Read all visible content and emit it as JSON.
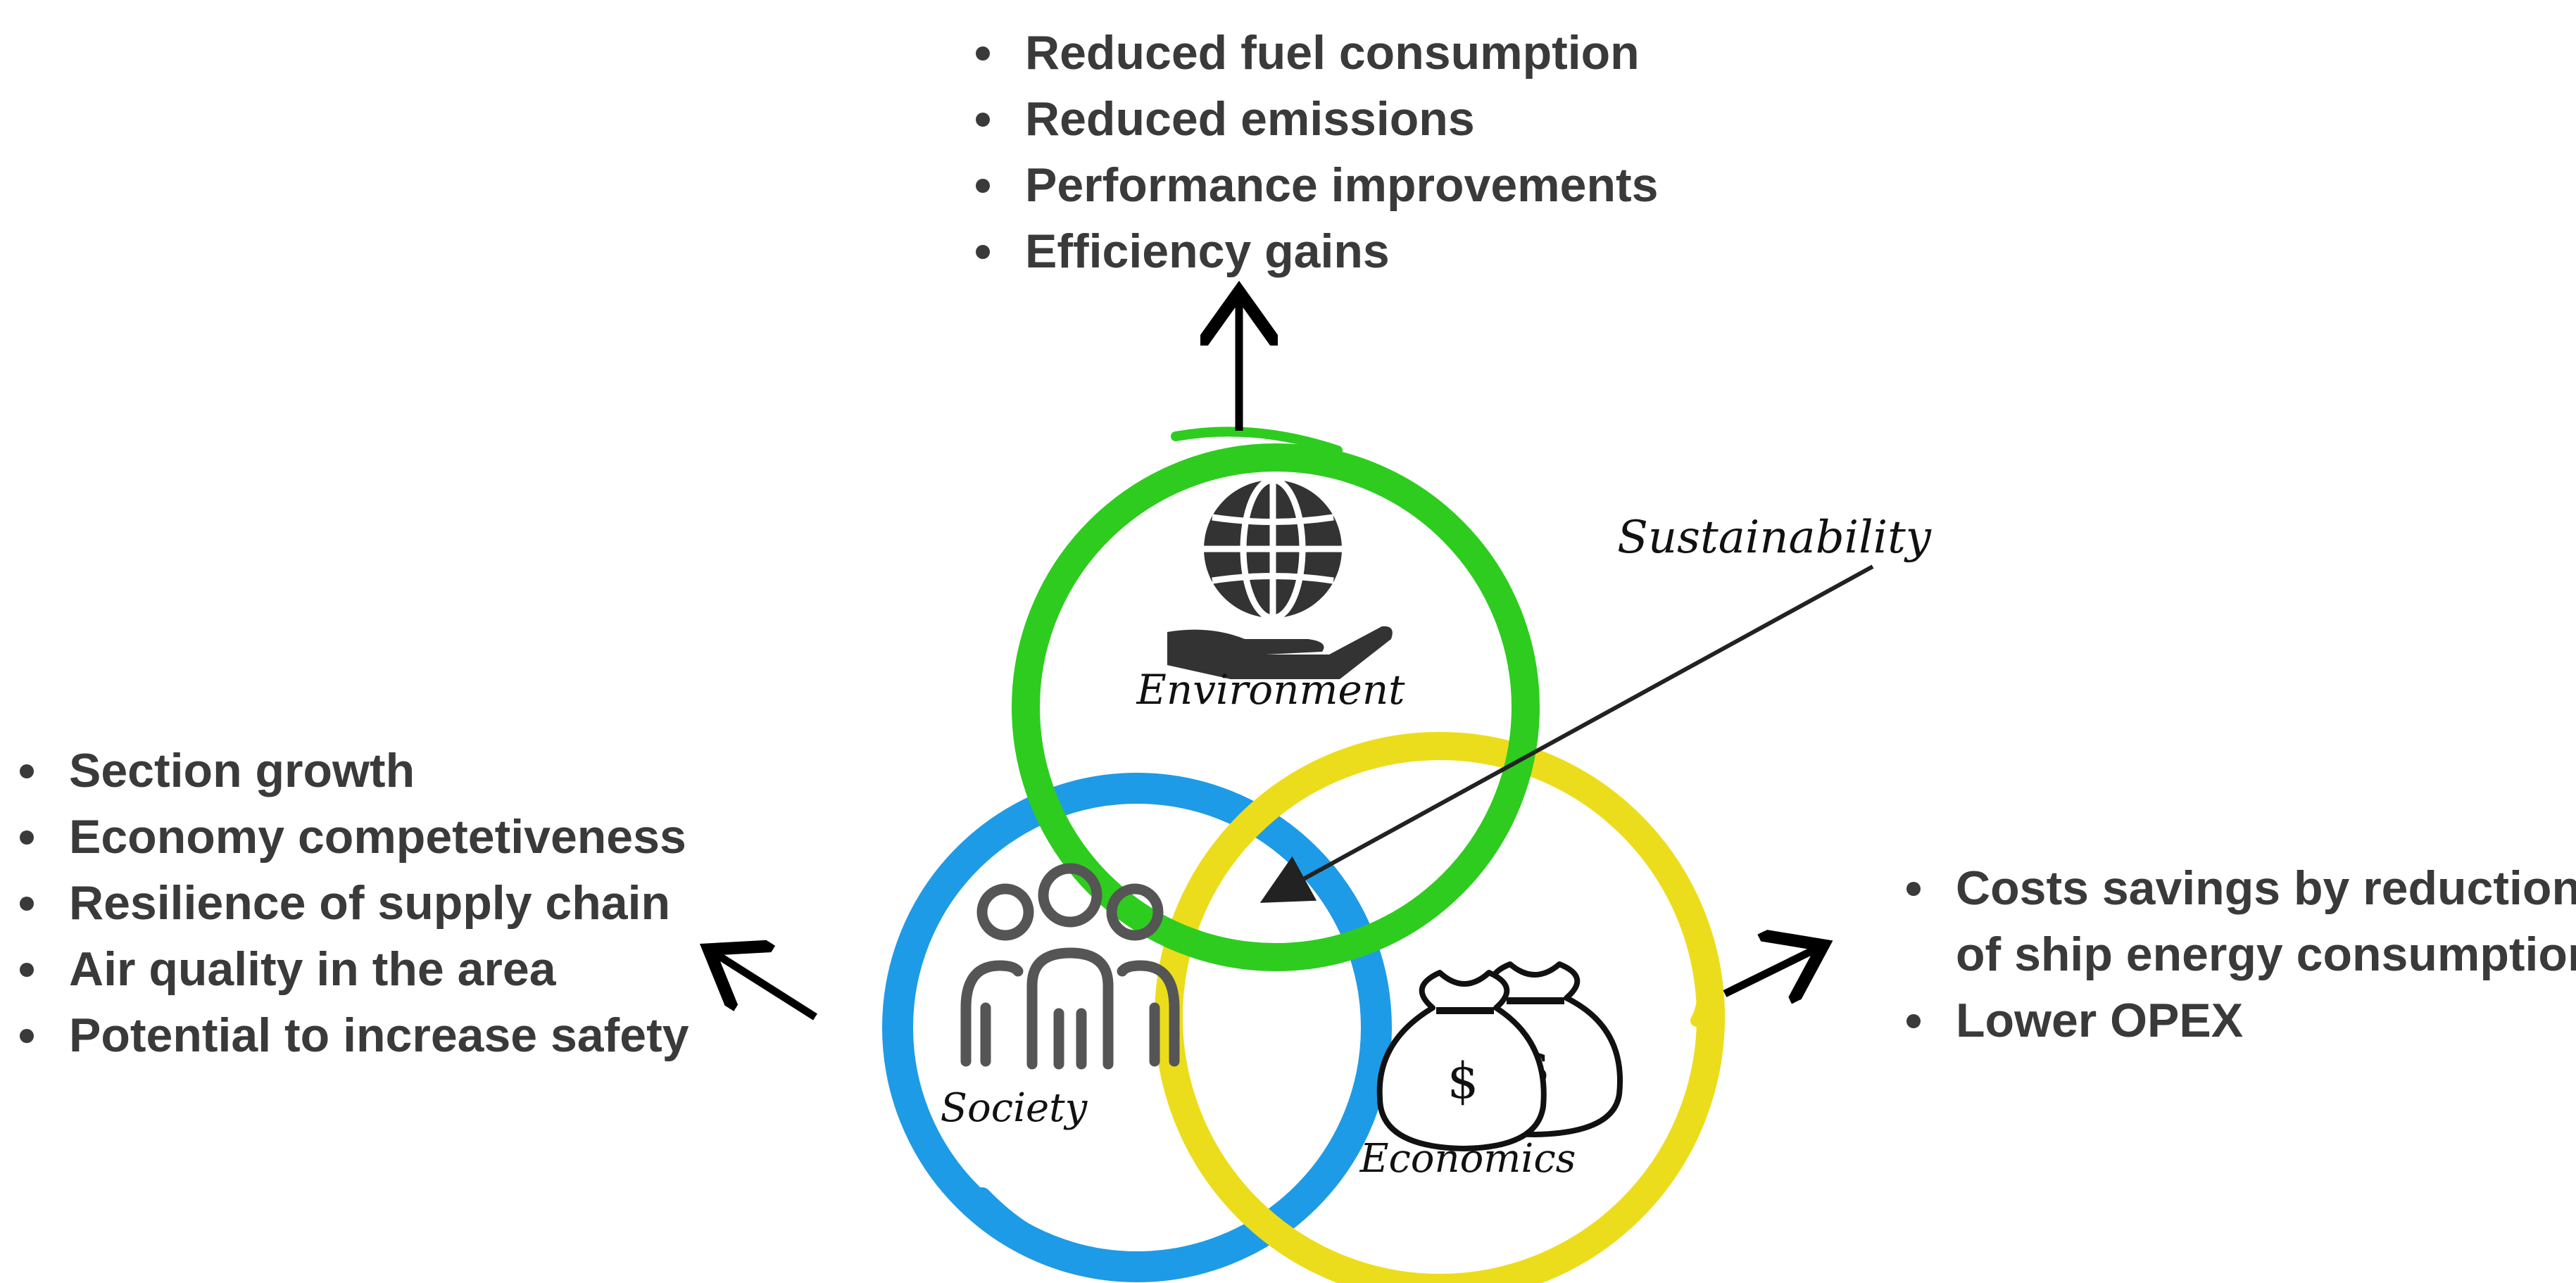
{
  "environment": {
    "label": "Environment",
    "icon": "globe-in-hand-icon",
    "color": "#2ecc1f",
    "items": [
      "Reduced fuel consumption",
      "Reduced emissions",
      "Performance improvements",
      "Efficiency gains"
    ]
  },
  "society": {
    "label": "Society",
    "icon": "people-group-icon",
    "color": "#1e9be6",
    "items": [
      "Section growth",
      "Economy competetiveness",
      "Resilience of supply chain",
      "Air quality in the area",
      "Potential to increase safety"
    ]
  },
  "economics": {
    "label": "Economics",
    "icon": "money-bags-icon",
    "color": "#ecdd1c",
    "items": [
      "Costs savings by reduction",
      "of ship energy consumption",
      "Lower OPEX"
    ]
  },
  "center": {
    "label": "Sustainability"
  }
}
